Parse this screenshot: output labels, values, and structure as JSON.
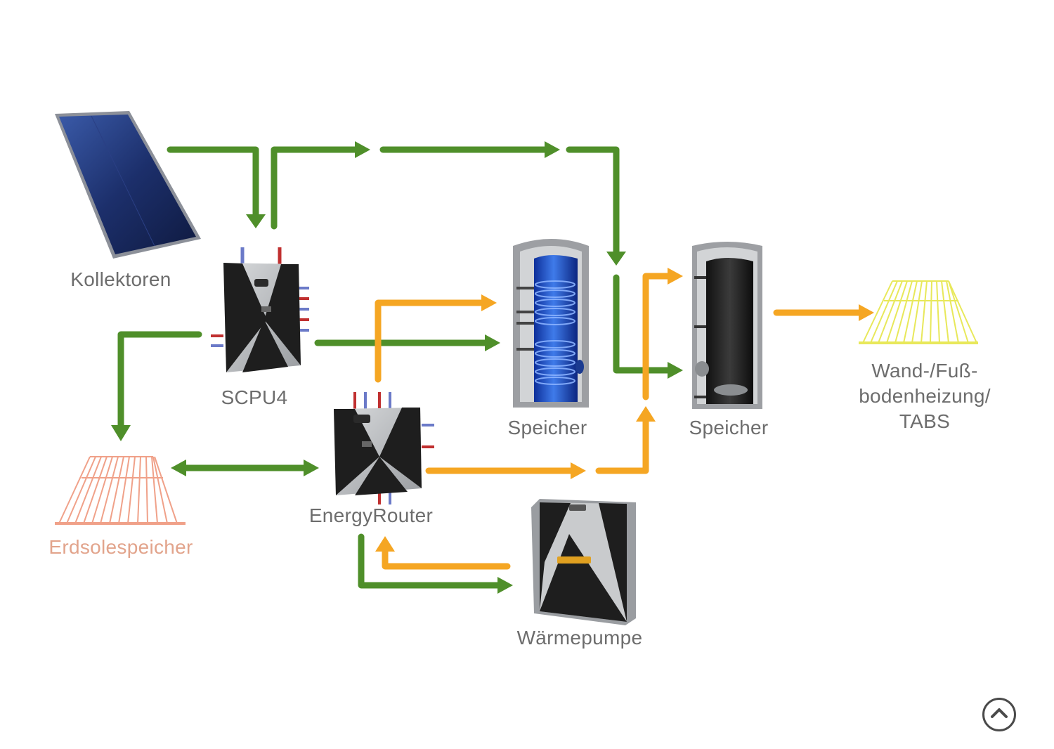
{
  "colors": {
    "green_flow": "#4f8f2a",
    "orange_flow": "#f5a623",
    "label_gray": "#6d6d6d",
    "label_peach": "#e2a48c",
    "collector_blue": "#1c2f6b",
    "tank_blue": "#1f4fc2",
    "device_dark": "#222222",
    "device_silver": "#b9bcbf",
    "floor_heating_yellow": "#e8e85a",
    "ground_storage_peach": "#f0a189"
  },
  "labels": {
    "collectors": "Kollektoren",
    "scpu4": "SCPU4",
    "ground_storage": "Erdsolespeicher",
    "energy_router": "EnergyRouter",
    "storage_1": "Speicher",
    "storage_2": "Speicher",
    "heat_pump": "Wärmepumpe",
    "floor_heating": "Wand-/Fuß-\nbodenheizung/\nTABS"
  },
  "icons": {
    "collector": "solar-collector-icon",
    "scpu4": "scpu4-unit-icon",
    "energy_router": "energy-router-unit-icon",
    "storage_1": "coil-storage-tank-icon",
    "storage_2": "buffer-storage-tank-icon",
    "heat_pump": "heat-pump-icon",
    "ground_storage": "ground-coil-icon",
    "floor_heating": "floor-heating-grid-icon",
    "scroll_top": "chevron-up-icon"
  }
}
